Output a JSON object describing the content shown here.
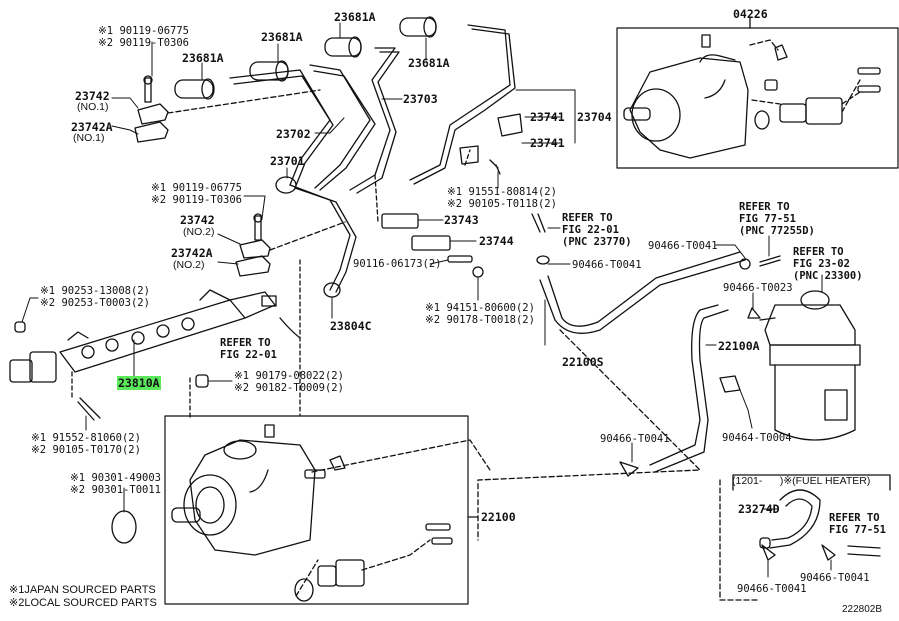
{
  "diagram": {
    "figure_id": "222802B",
    "highlighted_part": "23810A",
    "legend": [
      {
        "mark": "※1",
        "text": "JAPAN SOURCED PARTS"
      },
      {
        "mark": "※2",
        "text": "LOCAL SOURCED PARTS"
      }
    ],
    "callouts": {
      "bolt_top_no1": {
        "l1": "※1 90119-06775",
        "l2": "※2 90119-T0306"
      },
      "clamp_no1": {
        "part": "23742",
        "sub": "(NO.1)"
      },
      "clamp_a_no1": {
        "part": "23742A",
        "sub": "(NO.1)"
      },
      "sleeve_1": "23681A",
      "sleeve_2": "23681A",
      "sleeve_3": "23681A",
      "sleeve_4": "23681A",
      "pipe_23703": "23703",
      "pipe_23702": "23702",
      "pipe_23701": "23701",
      "pipe_23704": "23704",
      "bracket_23741_a": "23741",
      "bracket_23741_b": "23741",
      "bolt_mid": {
        "l1": "※1 91551-80814(2)",
        "l2": "※2 90105-T0118(2)"
      },
      "bolt_clamp_no2": {
        "l1": "※1 90119-06775",
        "l2": "※2 90119-T0306"
      },
      "clamp_no2": {
        "part": "23742",
        "sub": "(NO.2)"
      },
      "clamp_a_no2": {
        "part": "23742A",
        "sub": "(NO.2)"
      },
      "clamp_23743": "23743",
      "clamp_23744": "23744",
      "stud": "90116-06173(2)",
      "nut_mid": {
        "l1": "※1 94151-80600(2)",
        "l2": "※2 90178-T0018(2)"
      },
      "pipe_23804c": "23804C",
      "plug_rail": {
        "l1": "※1 90253-13008(2)",
        "l2": "※2 90253-T0003(2)"
      },
      "rail": "23810A",
      "rail_refer": {
        "l1": "REFER TO",
        "l2": "FIG 22-01"
      },
      "nut_rail": {
        "l1": "※1 90179-08022(2)",
        "l2": "※2 90182-T0009(2)"
      },
      "bolt_rail": {
        "l1": "※1 91552-81060(2)",
        "l2": "※2 90105-T0170(2)"
      },
      "oring": {
        "l1": "※1 90301-49003",
        "l2": "※2 90301-T0011"
      },
      "pump_assy": "22100",
      "pump_kit": "04226",
      "refer_22_01": {
        "l1": "REFER TO",
        "l2": "FIG 22-01",
        "l3": "(PNC 23770)"
      },
      "clip_top": "90466-T0041",
      "hose_22100s": "22100S",
      "refer_77_51_top": {
        "l1": "REFER TO",
        "l2": "FIG 77-51",
        "l3": "(PNC 77255D)"
      },
      "clip_filter_left": "90466-T0041",
      "refer_23_02": {
        "l1": "REFER TO",
        "l2": "FIG 23-02",
        "l3": "(PNC 23300)"
      },
      "clip_t0023": "90466-T0023",
      "hose_22100a": "22100A",
      "clip_t0004": "90464-T0004",
      "clip_lower": "90466-T0041",
      "heater_header": "(1201-      )※(FUEL HEATER)",
      "hose_23274d": "23274D",
      "refer_77_51_bot": {
        "l1": "REFER TO",
        "l2": "FIG 77-51"
      },
      "clip_heater_left": "90466-T0041",
      "clip_heater_right": "90466-T0041"
    }
  }
}
